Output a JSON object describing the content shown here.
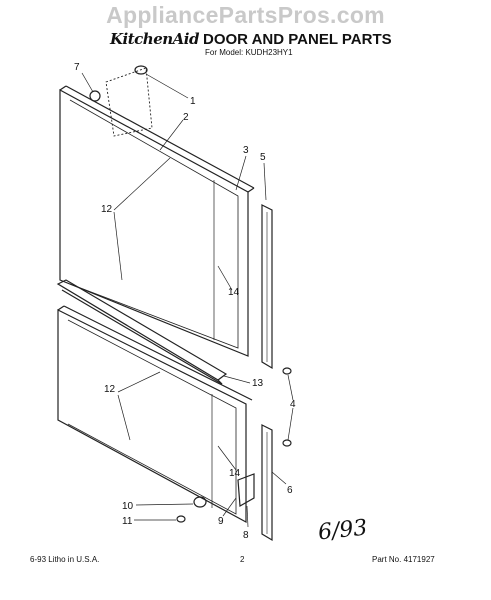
{
  "watermark": "AppliancePartsPros.com",
  "header": {
    "brand": "KitchenAid",
    "title": "DOOR AND PANEL PARTS",
    "model_line": "For Model: KUDH23HY1"
  },
  "callouts": [
    {
      "id": "c7a",
      "label": "7"
    },
    {
      "id": "c1",
      "label": "1"
    },
    {
      "id": "c2",
      "label": "2"
    },
    {
      "id": "c3",
      "label": "3"
    },
    {
      "id": "c5",
      "label": "5"
    },
    {
      "id": "c12a",
      "label": "12"
    },
    {
      "id": "c14a",
      "label": "14"
    },
    {
      "id": "c13",
      "label": "13"
    },
    {
      "id": "c4",
      "label": "4"
    },
    {
      "id": "c12b",
      "label": "12"
    },
    {
      "id": "c14b",
      "label": "14"
    },
    {
      "id": "c6",
      "label": "6"
    },
    {
      "id": "c10",
      "label": "10"
    },
    {
      "id": "c11",
      "label": "11"
    },
    {
      "id": "c9",
      "label": "9"
    },
    {
      "id": "c8",
      "label": "8"
    }
  ],
  "footer": {
    "left": "6-93  Litho in U.S.A.",
    "page": "2",
    "part_no": "Part No. 4171927"
  },
  "handwritten_note": "6/93"
}
